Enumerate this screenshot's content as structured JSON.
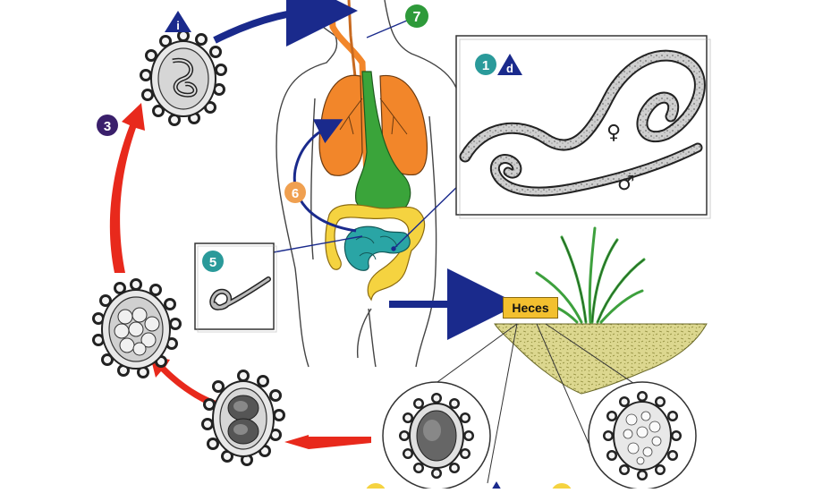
{
  "diagram": {
    "stage_labels": {
      "s1": "1",
      "s3": "3",
      "s5": "5",
      "s6": "6",
      "s7": "7"
    },
    "marker_i": "i",
    "marker_d": "d",
    "female_symbol": "♀",
    "male_symbol": "♂",
    "feces_label": "Heces",
    "colors": {
      "blue_arrow": "#1a2a8c",
      "red_arrow": "#e8291c",
      "teal_badge": "#2a9a9a",
      "green_badge": "#2e9a3a",
      "purple_badge": "#3a1f6b",
      "orange_badge": "#f0a050",
      "lungs": "#f2862a",
      "stomach": "#3aa43a",
      "intestine_large": "#f5d340",
      "intestine_small": "#2aa5a5",
      "esophagus": "#f2862a",
      "grass": "#3da03d",
      "soil": "#d9d48a"
    }
  }
}
